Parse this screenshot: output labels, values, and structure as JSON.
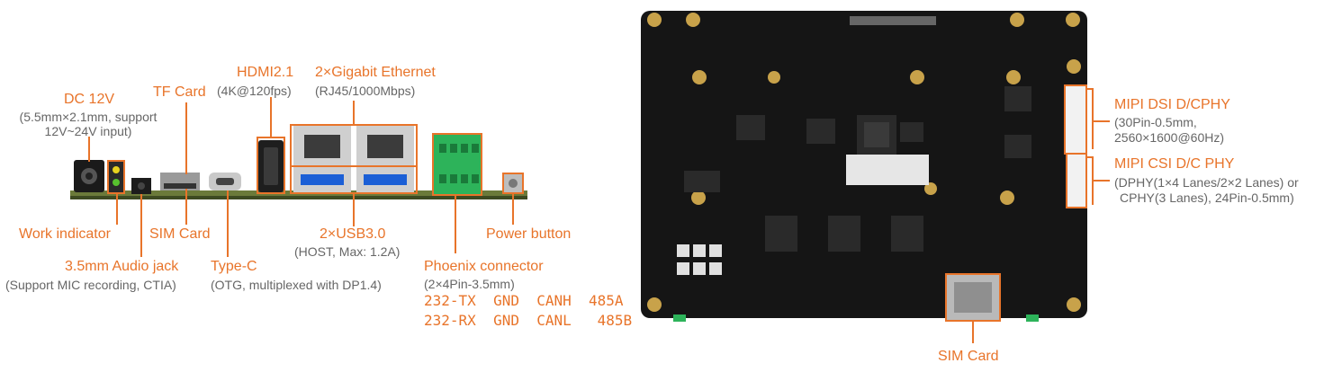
{
  "colors": {
    "accent": "#e8742a",
    "sub": "#666666",
    "pcb": "#151515"
  },
  "left": {
    "dc": {
      "title": "DC 12V",
      "sub1": "(5.5mm×2.1mm, support",
      "sub2": "12V~24V input)"
    },
    "tf": {
      "title": "TF Card"
    },
    "hdmi": {
      "title": "HDMI2.1",
      "sub": "(4K@120fps)"
    },
    "eth": {
      "title": "2×Gigabit Ethernet",
      "sub": "(RJ45/1000Mbps)"
    },
    "work": {
      "title": "Work indicator"
    },
    "sim": {
      "title": "SIM Card"
    },
    "usb": {
      "title": "2×USB3.0",
      "sub": "(HOST, Max: 1.2A)"
    },
    "power": {
      "title": "Power button"
    },
    "audio": {
      "title": "3.5mm Audio jack",
      "sub": "(Support MIC recording, CTIA)"
    },
    "typec": {
      "title": "Type-C",
      "sub": "(OTG, multiplexed with DP1.4)"
    },
    "phoenix": {
      "title": "Phoenix connector",
      "sub": "(2×4Pin-3.5mm)",
      "row1": "232-TX  GND  CANH  485A",
      "row2": "232-RX  GND  CANL   485B"
    }
  },
  "right": {
    "dsi": {
      "title": "MIPI DSI D/CPHY",
      "sub1": "(30Pin-0.5mm,",
      "sub2": "2560×1600@60Hz)"
    },
    "csi": {
      "title": "MIPI CSI D/C PHY",
      "sub1": "(DPHY(1×4 Lanes/2×2 Lanes) or",
      "sub2": "CPHY(3 Lanes), 24Pin-0.5mm)"
    },
    "sim": {
      "title": "SIM Card"
    }
  }
}
